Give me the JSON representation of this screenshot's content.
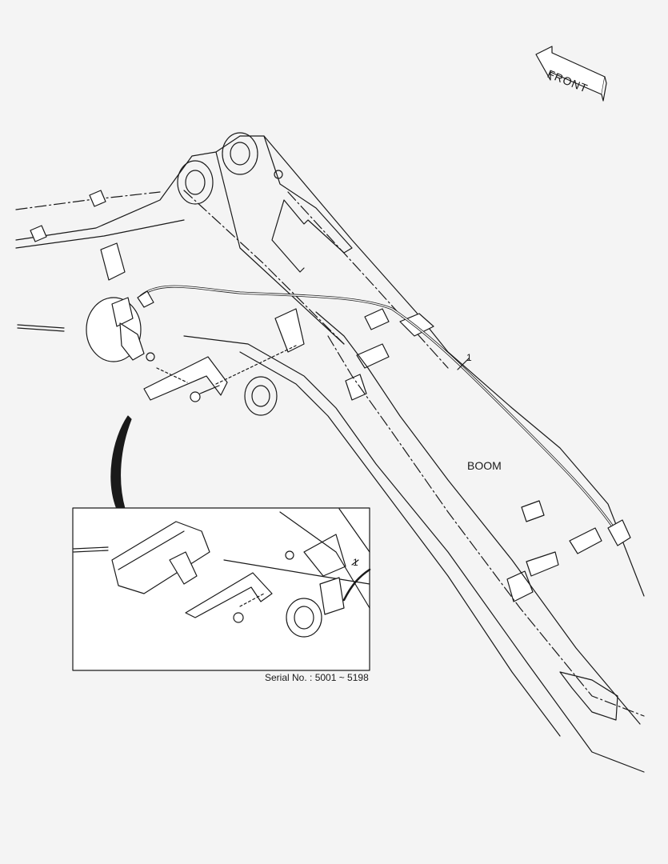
{
  "labels": {
    "front": "FRONT",
    "boom": "BOOM",
    "part_main": "1",
    "part_inset": "1",
    "serial": "Serial No. : 5001 ~ 5198"
  },
  "colors": {
    "background": "#f4f4f4",
    "line": "#1a1a1a",
    "fill": "#ffffff"
  }
}
